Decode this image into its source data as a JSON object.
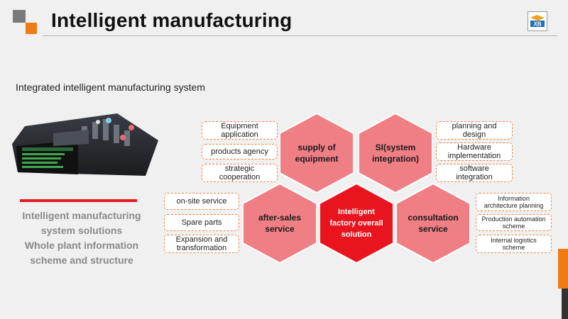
{
  "header": {
    "title": "Intelligent manufacturing",
    "accent_color": "#f07a14",
    "logo_text": "XB"
  },
  "subtitle": "Integrated intelligent manufacturing system",
  "left_panel": {
    "lines": [
      "Intelligent manufacturing",
      "system solutions",
      "Whole plant information",
      "scheme and structure"
    ]
  },
  "hexagons": {
    "supply": [
      "supply of",
      "equipment"
    ],
    "si": [
      "SI(system",
      "integration)"
    ],
    "after_sales": [
      "after-sales",
      "service"
    ],
    "center": [
      "Intelligent",
      "factory overall",
      "solution"
    ],
    "consultation": [
      "consultation",
      "service"
    ],
    "colors": {
      "light": "#f07e85",
      "center": "#e8141e"
    }
  },
  "boxes": {
    "supply": [
      [
        "Equipment",
        "application"
      ],
      [
        "products agency"
      ],
      [
        "strategic",
        "cooperation"
      ]
    ],
    "si": [
      [
        "planning and",
        "design"
      ],
      [
        "Hardware",
        "implementation"
      ],
      [
        "software",
        "integration"
      ]
    ],
    "after_sales": [
      [
        "on-site service"
      ],
      [
        "Spare parts"
      ],
      [
        "Expansion and",
        "transformation"
      ]
    ],
    "consultation": [
      [
        "Information",
        "architecture planning"
      ],
      [
        "Production automation",
        "scheme"
      ],
      [
        "Internal logistics",
        "scheme"
      ]
    ]
  }
}
